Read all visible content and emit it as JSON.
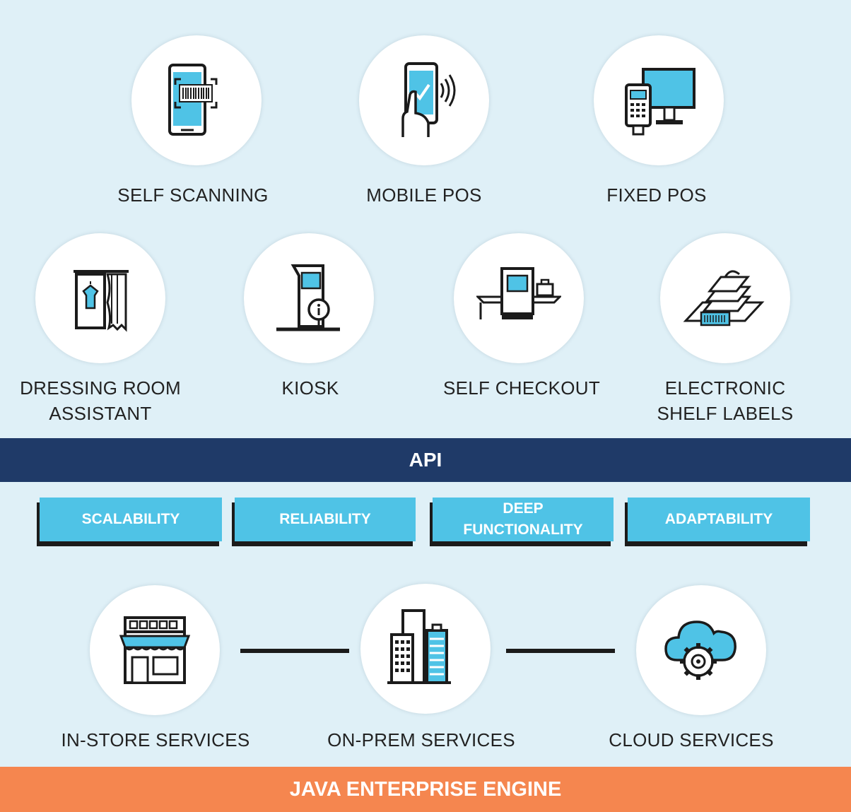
{
  "devices_row1": [
    {
      "label": "SELF SCANNING",
      "icon": "self-scanning-icon"
    },
    {
      "label": "MOBILE POS",
      "icon": "mobile-pos-icon"
    },
    {
      "label": "FIXED POS",
      "icon": "fixed-pos-icon"
    }
  ],
  "devices_row2": [
    {
      "label_line1": "DRESSING ROOM",
      "label_line2": "ASSISTANT",
      "icon": "dressing-room-icon"
    },
    {
      "label_line1": "KIOSK",
      "label_line2": "",
      "icon": "kiosk-icon"
    },
    {
      "label_line1": "SELF CHECKOUT",
      "label_line2": "",
      "icon": "self-checkout-icon"
    },
    {
      "label_line1": "ELECTRONIC",
      "label_line2": "SHELF LABELS",
      "icon": "shelf-labels-icon"
    }
  ],
  "api_band": {
    "label": "API",
    "color": "#1f3a68"
  },
  "features": [
    {
      "line1": "SCALABILITY",
      "line2": ""
    },
    {
      "line1": "RELIABILITY",
      "line2": ""
    },
    {
      "line1": "DEEP",
      "line2": "FUNCTIONALITY"
    },
    {
      "line1": "ADAPTABILITY",
      "line2": ""
    }
  ],
  "services": [
    {
      "label": "IN-STORE SERVICES",
      "icon": "store-icon"
    },
    {
      "label": "ON-PREM SERVICES",
      "icon": "buildings-icon"
    },
    {
      "label": "CLOUD SERVICES",
      "icon": "cloud-gear-icon"
    }
  ],
  "engine_band": {
    "label": "JAVA ENTERPRISE ENGINE",
    "color": "#f5864f"
  },
  "colors": {
    "accent": "#4fc3e6",
    "dark": "#1b1b1b",
    "background": "#dff0f7"
  }
}
